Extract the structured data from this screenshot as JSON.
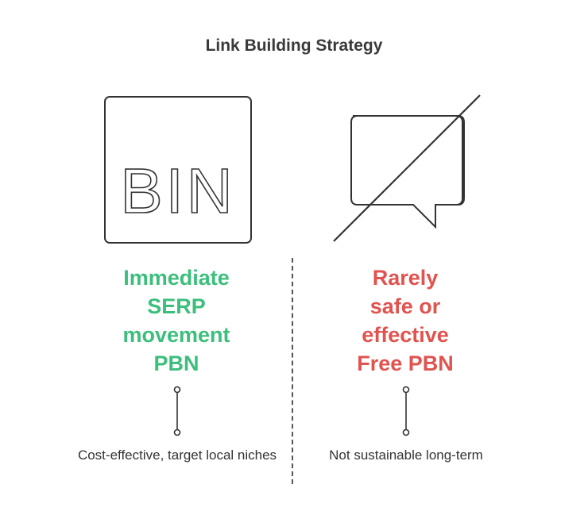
{
  "title": "Link Building Strategy",
  "left": {
    "icon": "bin-box-icon",
    "icon_text": "BIN",
    "headline_lines": [
      "Immediate",
      "SERP",
      "movement",
      "PBN"
    ],
    "description": "Cost-effective, target local niches",
    "color": "#3cbf7c"
  },
  "right": {
    "icon": "no-chat-icon",
    "headline_lines": [
      "Rarely",
      "safe or",
      "effective",
      "Free PBN"
    ],
    "description": "Not sustainable long-term",
    "color": "#e0534f"
  }
}
